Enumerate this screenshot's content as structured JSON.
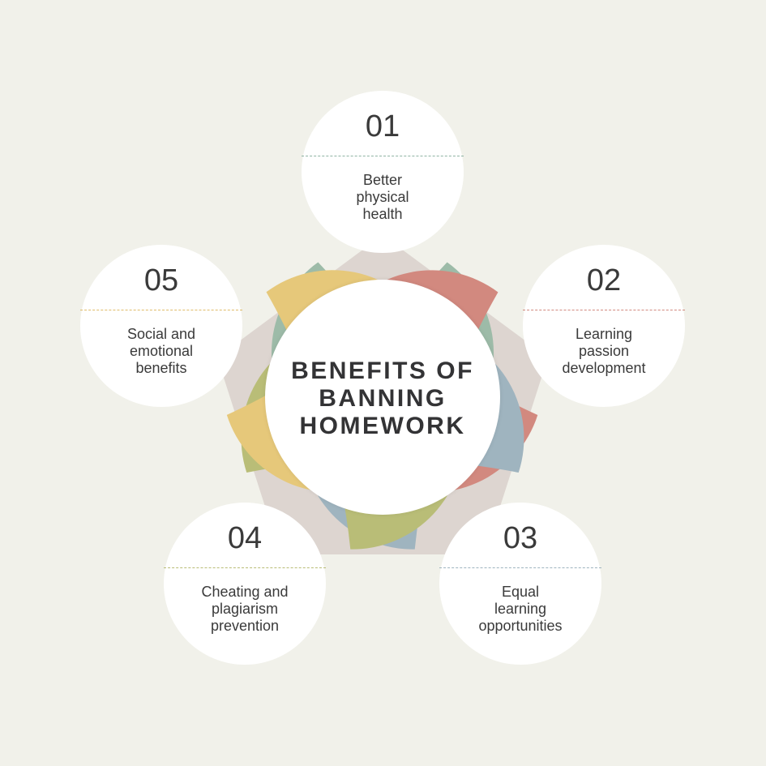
{
  "title": "BENEFITS OF BANNING HOMEWORK",
  "title_lines": [
    "BENEFITS OF",
    "BANNING",
    "HOMEWORK"
  ],
  "colors": {
    "background": "#f1f1ea",
    "pentagon": "#ddd5d0",
    "text": "#3a3a3a"
  },
  "items": [
    {
      "number": "01",
      "label_lines": [
        "Better",
        "physical",
        "health"
      ],
      "color": "#9dbba8",
      "divider_color": "#8fb3a4"
    },
    {
      "number": "02",
      "label_lines": [
        "Learning",
        "passion",
        "development"
      ],
      "color": "#d2897f",
      "divider_color": "#d2897f"
    },
    {
      "number": "03",
      "label_lines": [
        "Equal",
        "learning",
        "opportunities"
      ],
      "color": "#9fb4bf",
      "divider_color": "#9fb4bf"
    },
    {
      "number": "04",
      "label_lines": [
        "Cheating and",
        "plagiarism",
        "prevention"
      ],
      "color": "#b9bd77",
      "divider_color": "#b9bd77"
    },
    {
      "number": "05",
      "label_lines": [
        "Social and",
        "emotional",
        "benefits"
      ],
      "color": "#e6c87a",
      "divider_color": "#e0bc6a"
    }
  ]
}
